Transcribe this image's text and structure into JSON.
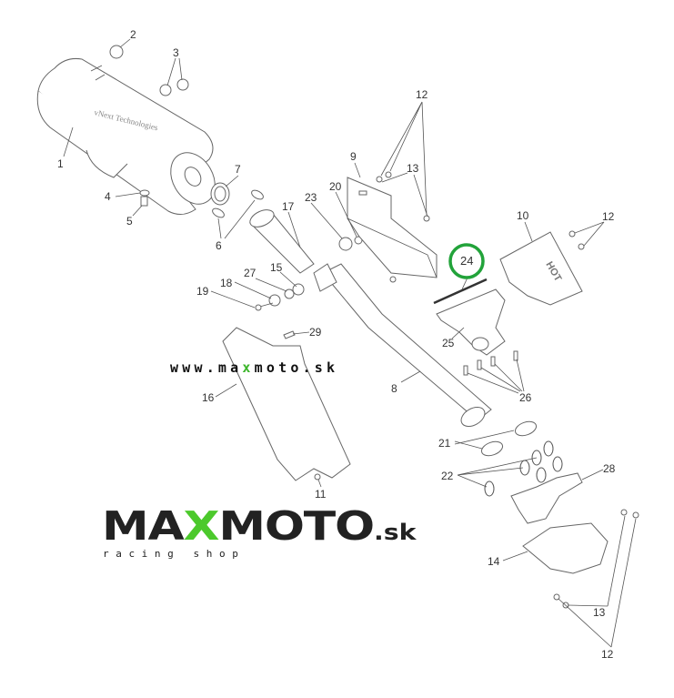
{
  "diagram": {
    "title": "Exhaust system exploded view",
    "highlight_color": "#22a33a",
    "highlighted_part": "24",
    "labels": [
      "1",
      "2",
      "3",
      "4",
      "5",
      "6",
      "7",
      "8",
      "9",
      "10",
      "11",
      "12",
      "12",
      "12",
      "13",
      "13",
      "14",
      "15",
      "16",
      "17",
      "18",
      "19",
      "20",
      "21",
      "22",
      "23",
      "24",
      "25",
      "26",
      "27",
      "28",
      "29"
    ],
    "watermark": "vNext Technologies",
    "hot_stamp": "HOT"
  },
  "branding": {
    "url_prefix": "www.ma",
    "url_x": "x",
    "url_suffix": "moto.sk",
    "logo_prefix": "MA",
    "logo_x": "X",
    "logo_suffix": "MOTO",
    "logo_tld": ".sk",
    "tagline": "racing shop"
  }
}
